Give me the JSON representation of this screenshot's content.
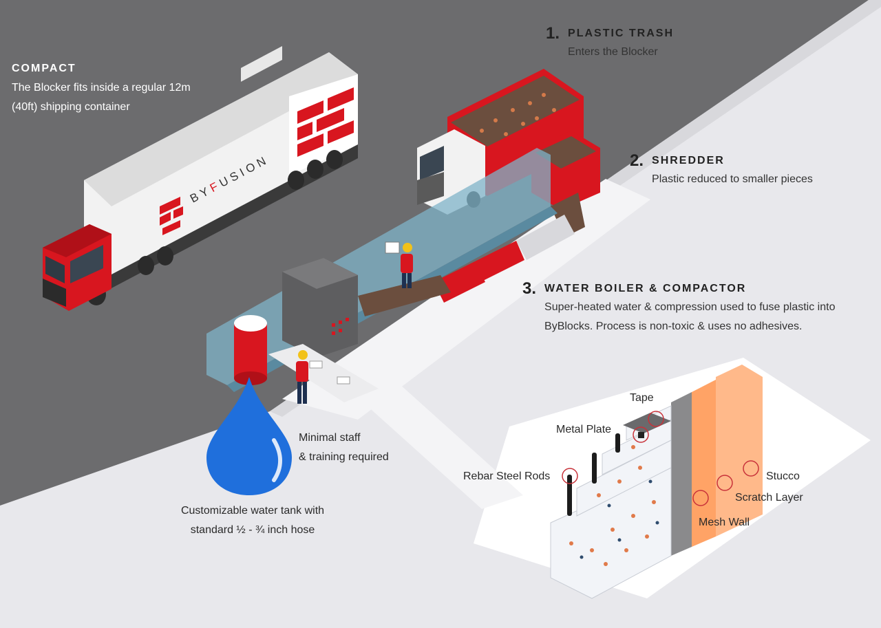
{
  "compact": {
    "title": "COMPACT",
    "line1": "The Blocker fits inside a regular 12m",
    "line2": "(40ft) shipping container"
  },
  "steps": [
    {
      "number": "1.",
      "title": "PLASTIC TRASH",
      "desc_line1": "Enters the Blocker",
      "desc_line2": ""
    },
    {
      "number": "2.",
      "title": "SHREDDER",
      "desc_line1": "Plastic reduced to smaller pieces",
      "desc_line2": ""
    },
    {
      "number": "3.",
      "title": "WATER BOILER & COMPACTOR",
      "desc_line1": "Super-heated water &  compression used to fuse plastic into",
      "desc_line2": "ByBlocks. Process is non-toxic &  uses no adhesives."
    }
  ],
  "staff": {
    "line1": "Minimal staff",
    "line2": "&  training required"
  },
  "water_tank": {
    "line1": "Customizable water tank with",
    "line2": "standard ½ - ¾ inch hose"
  },
  "wall_layers": {
    "tape": "Tape",
    "metal_plate": "Metal Plate",
    "rebar": "Rebar Steel Rods",
    "stucco": "Stucco",
    "scratch": "Scratch Layer",
    "mesh": "Mesh Wall"
  },
  "brand": {
    "by": "BY",
    "f": "F",
    "usion": "USION"
  },
  "colors": {
    "road": "#6c6c6e",
    "ground": "#e8e8ec",
    "brand_red": "#d8161f",
    "water_blue": "#1f6fdc",
    "glass_blue": "#7fb3c8",
    "stucco_orange": "#ffb98a",
    "callout_red": "#c8323a"
  }
}
